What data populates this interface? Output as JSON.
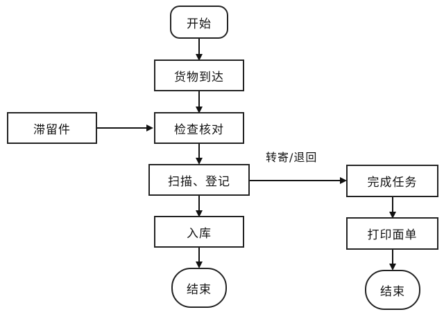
{
  "nodes": {
    "start": "开始",
    "arrive": "货物到达",
    "check": "检查核对",
    "stranded": "滞留件",
    "scan": "扫描、登记",
    "storage": "入库",
    "end_left": "结束",
    "complete": "完成任务",
    "print": "打印面单",
    "end_right": "结束"
  },
  "edge_labels": {
    "transfer_return": "转寄/退回"
  }
}
